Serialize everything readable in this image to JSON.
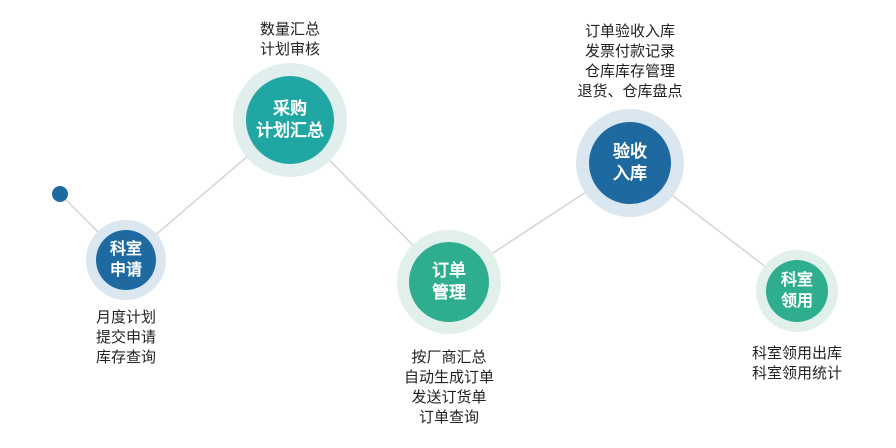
{
  "colors": {
    "blue": "#1e6aa0",
    "blue_ring": "#dbe7f0",
    "teal": "#20a7a3",
    "teal_ring": "#e0eeee",
    "green": "#2fad8f",
    "green_ring": "#e2f0eb",
    "connector": "#d4d4d4"
  },
  "stages": [
    {
      "id": "dept-request",
      "label": "科室\n申请",
      "desc": "月度计划\n提交申请\n库存查询"
    },
    {
      "id": "purchase-plan",
      "label": "采购\n计划汇总",
      "desc": "数量汇总\n计划审核"
    },
    {
      "id": "order-mgmt",
      "label": "订单\n管理",
      "desc": "按厂商汇总\n自动生成订单\n发送订货单\n订单查询"
    },
    {
      "id": "receive",
      "label": "验收\n入库",
      "desc": "订单验收入库\n发票付款记录\n仓库库存管理\n退货、仓库盘点"
    },
    {
      "id": "dept-use",
      "label": "科室\n领用",
      "desc": "科室领用出库\n科室领用统计"
    }
  ]
}
